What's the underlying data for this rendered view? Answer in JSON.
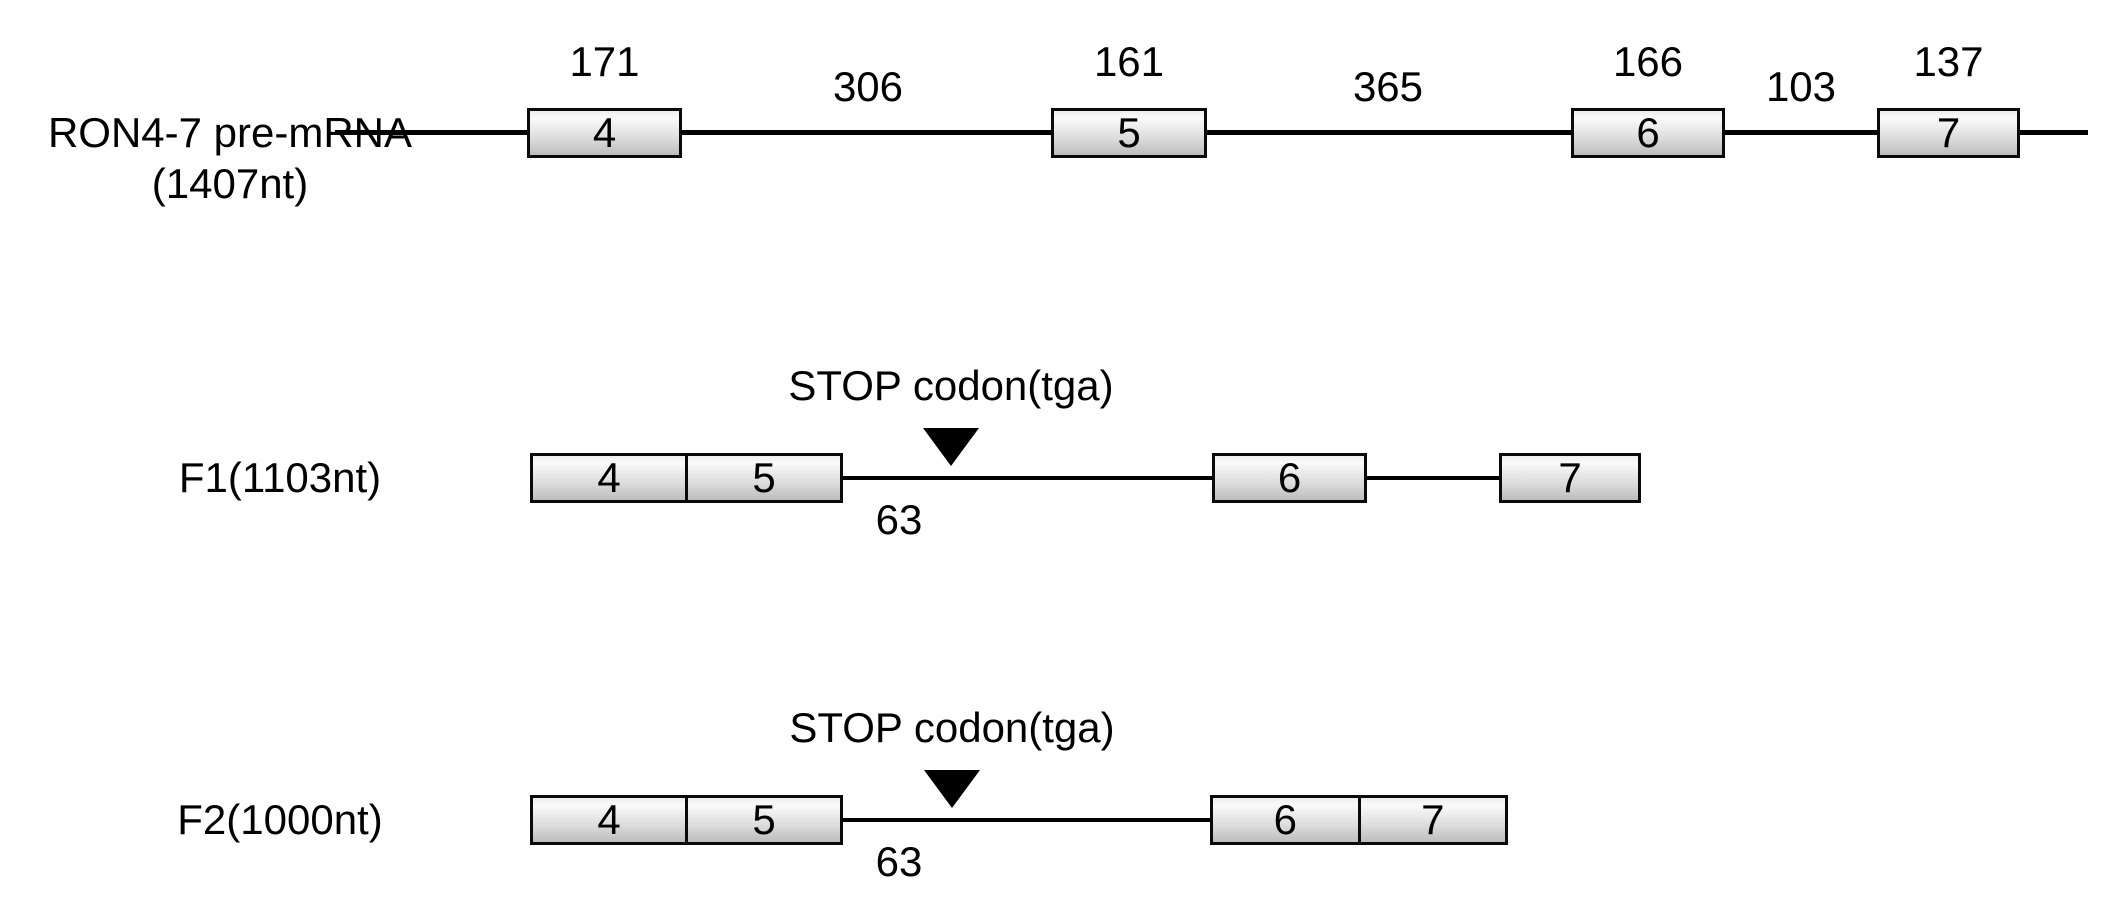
{
  "colors": {
    "background": "#ffffff",
    "text": "#000000",
    "line": "#000000",
    "box_border": "#0a0a0a",
    "box_fill_top": "#fafafa",
    "box_fill_bottom": "#bdbdbd",
    "stop_marker": "#000000"
  },
  "icons": {
    "stop_marker_icon": "down-triangle"
  },
  "pre_mrna": {
    "label_line1": "RON4-7 pre-mRNA",
    "label_line2": "(1407nt)",
    "exons": [
      {
        "name": "4",
        "length_nt": "171"
      },
      {
        "name": "5",
        "length_nt": "161"
      },
      {
        "name": "6",
        "length_nt": "166"
      },
      {
        "name": "7",
        "length_nt": "137"
      }
    ],
    "introns": [
      {
        "length_nt": "306"
      },
      {
        "length_nt": "365"
      },
      {
        "length_nt": "103"
      }
    ]
  },
  "f1": {
    "label": "F1(1103nt)",
    "stop_annotation": "STOP codon(tga)",
    "retained_intron_length_nt": "63",
    "exon_groups": [
      [
        "4",
        "5"
      ],
      [
        "6"
      ],
      [
        "7"
      ]
    ]
  },
  "f2": {
    "label": "F2(1000nt)",
    "stop_annotation": "STOP codon(tga)",
    "retained_intron_length_nt": "63",
    "exon_groups": [
      [
        "4",
        "5"
      ],
      [
        "6",
        "7"
      ]
    ]
  }
}
